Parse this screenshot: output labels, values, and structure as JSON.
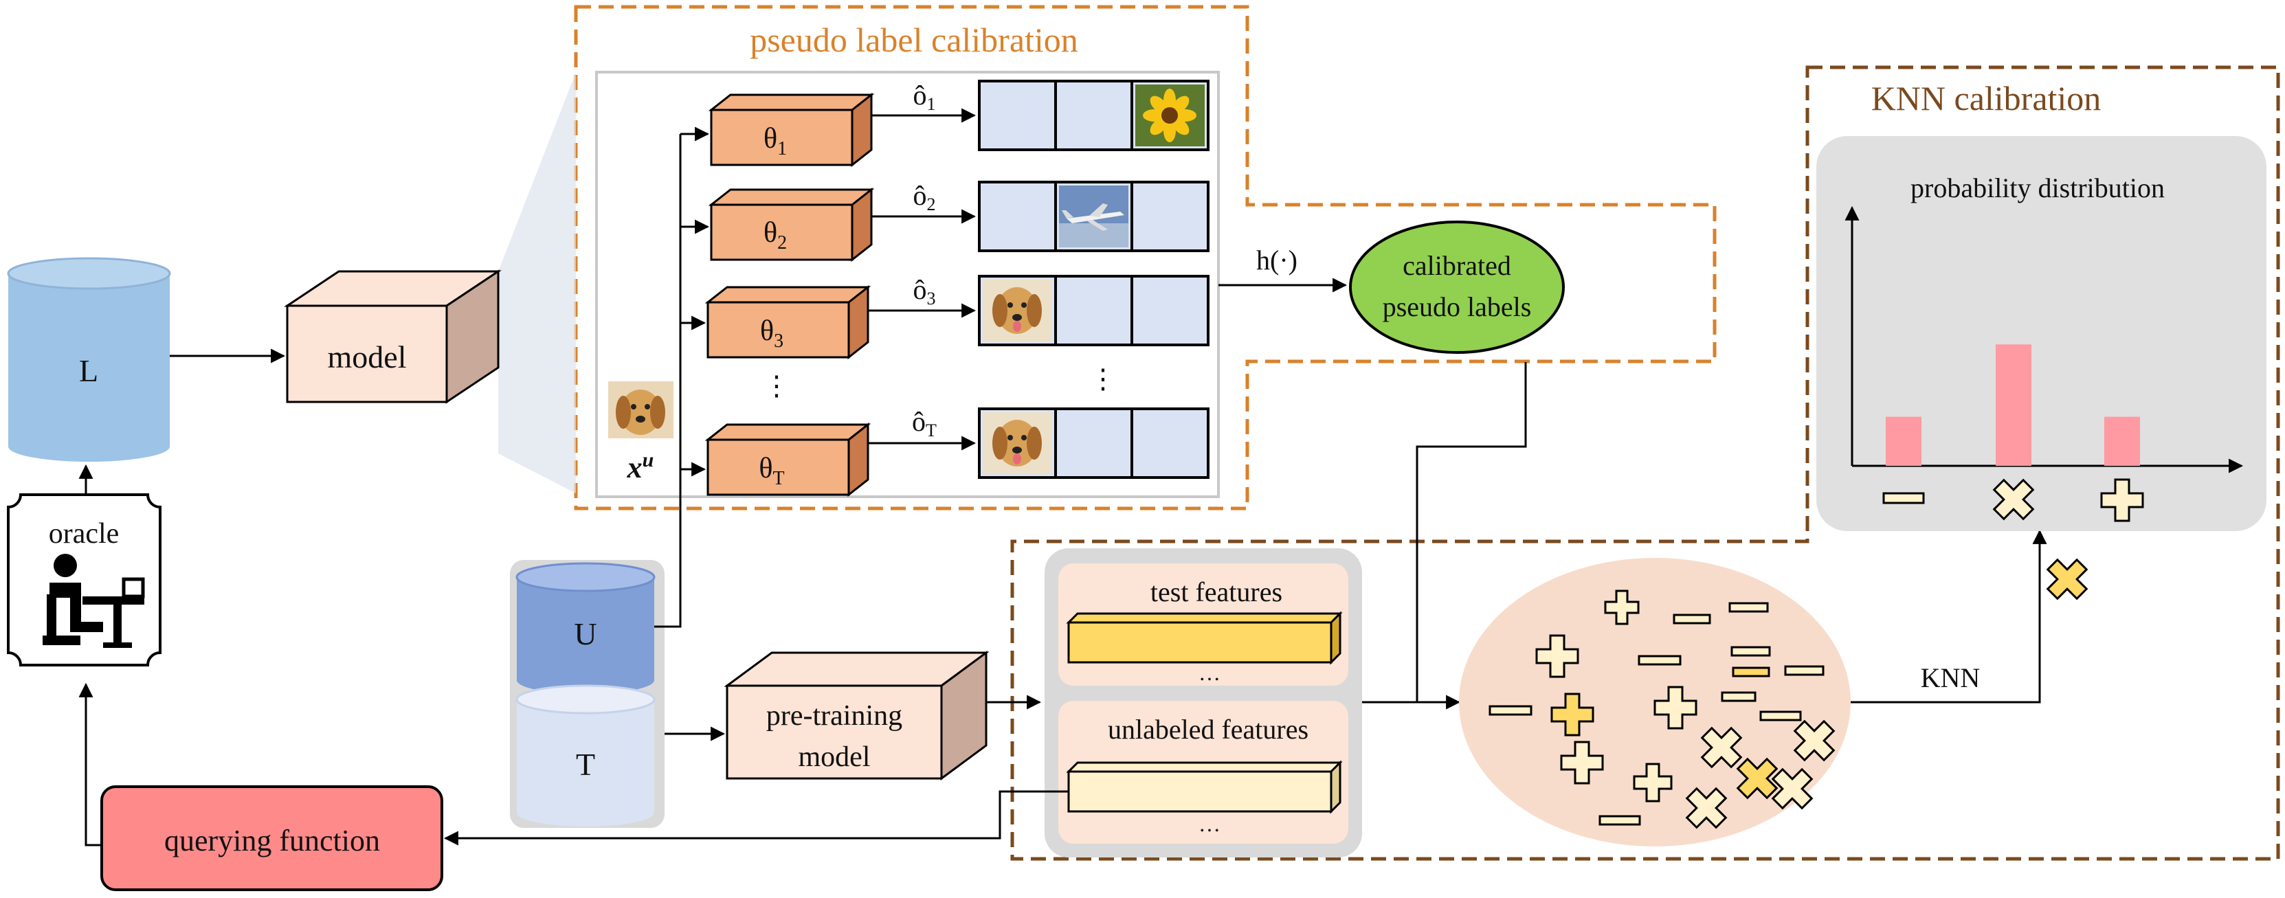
{
  "calibration_box": {
    "title": "pseudo label calibration"
  },
  "knn_box": {
    "title": "KNN calibration"
  },
  "chart": {
    "title": "probability distribution"
  },
  "nodes": {
    "labeled_store": "L",
    "model": "model",
    "oracle": "oracle",
    "querying_function": "querying function",
    "unlabeled_store": "U",
    "test_store": "T",
    "pretraining_model_line1": "pre-training",
    "pretraining_model_line2": "model",
    "calibrated_line1": "calibrated",
    "calibrated_line2": "pseudo labels",
    "test_features": "test features",
    "unlabeled_features": "unlabeled features",
    "ellipsis": "…",
    "vdots": "⋮"
  },
  "labels": {
    "h_func": "h(·)",
    "knn": "KNN",
    "x_u": "x",
    "x_u_sup": "u"
  },
  "ensemble": [
    {
      "theta": "θ",
      "sub": "1",
      "o": "ô",
      "osub": "1"
    },
    {
      "theta": "θ",
      "sub": "2",
      "o": "ô",
      "osub": "2"
    },
    {
      "theta": "θ",
      "sub": "3",
      "o": "ô",
      "osub": "3"
    },
    {
      "theta": "θ",
      "sub": "T",
      "o": "ô",
      "osub": "T"
    }
  ],
  "colors": {
    "calibration_border": "#d9822b",
    "calibration_title": "#d9822b",
    "knn_border": "#7a4a1e",
    "knn_title": "#7a4a1e",
    "orange_box": "#f4b183",
    "peach_box": "#fce4d6",
    "blue_store": "#9dc3e6",
    "dark_blue_store": "#7f9fd6",
    "light_blue_store": "#dae3f3",
    "green_ellipse": "#92d050",
    "query_box": "#ff8a8a",
    "bar": "#ff9aa2",
    "gray_panel": "#e0e0e0",
    "yellow_bar": "#ffd966",
    "pale_yellow_bar": "#fff2cc",
    "cell": "#dae3f3"
  },
  "chart_data": {
    "type": "bar",
    "title": "probability distribution",
    "categories": [
      "minus",
      "cross",
      "plus"
    ],
    "values": [
      0.19,
      0.47,
      0.19
    ],
    "ylim": [
      0,
      1
    ]
  }
}
